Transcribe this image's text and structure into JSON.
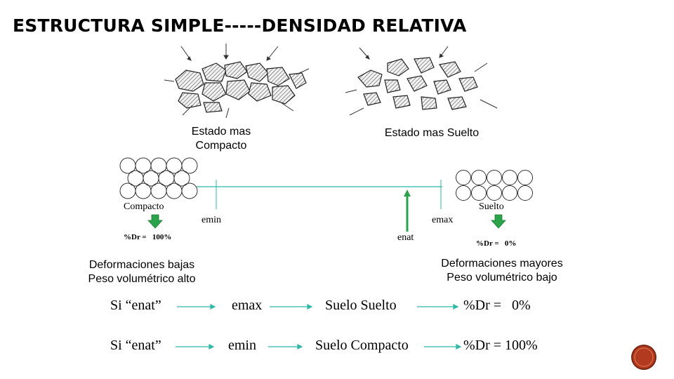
{
  "title": "ESTRUCTURA SIMPLE-----DENSIDAD RELATIVA",
  "state_labels": {
    "compact": "Estado mas\nCompacto",
    "loose": "Estado mas Suelto"
  },
  "diagram": {
    "compact_label": "Compacto",
    "loose_label": "Suelto",
    "emin": "emin",
    "emax": "emax",
    "enat": "enat",
    "dr_compact": "%Dr =   100%",
    "dr_loose": "%Dr =   0%"
  },
  "notes": {
    "left": "Deformaciones bajas\nPeso volumétrico alto",
    "right": "Deformaciones mayores\nPeso volumétrico bajo"
  },
  "rules": [
    {
      "si": "Si  “enat”",
      "e": "emax",
      "suelo": "Suelo Suelto",
      "dr": "%Dr =   0%"
    },
    {
      "si": "Si  “enat”",
      "e": "emin",
      "suelo": "Suelo Compacto",
      "dr": "%Dr = 100%"
    }
  ],
  "colors": {
    "teal": "#2fb8a6",
    "green": "#2aa34a",
    "badge": "#b23a1f"
  }
}
